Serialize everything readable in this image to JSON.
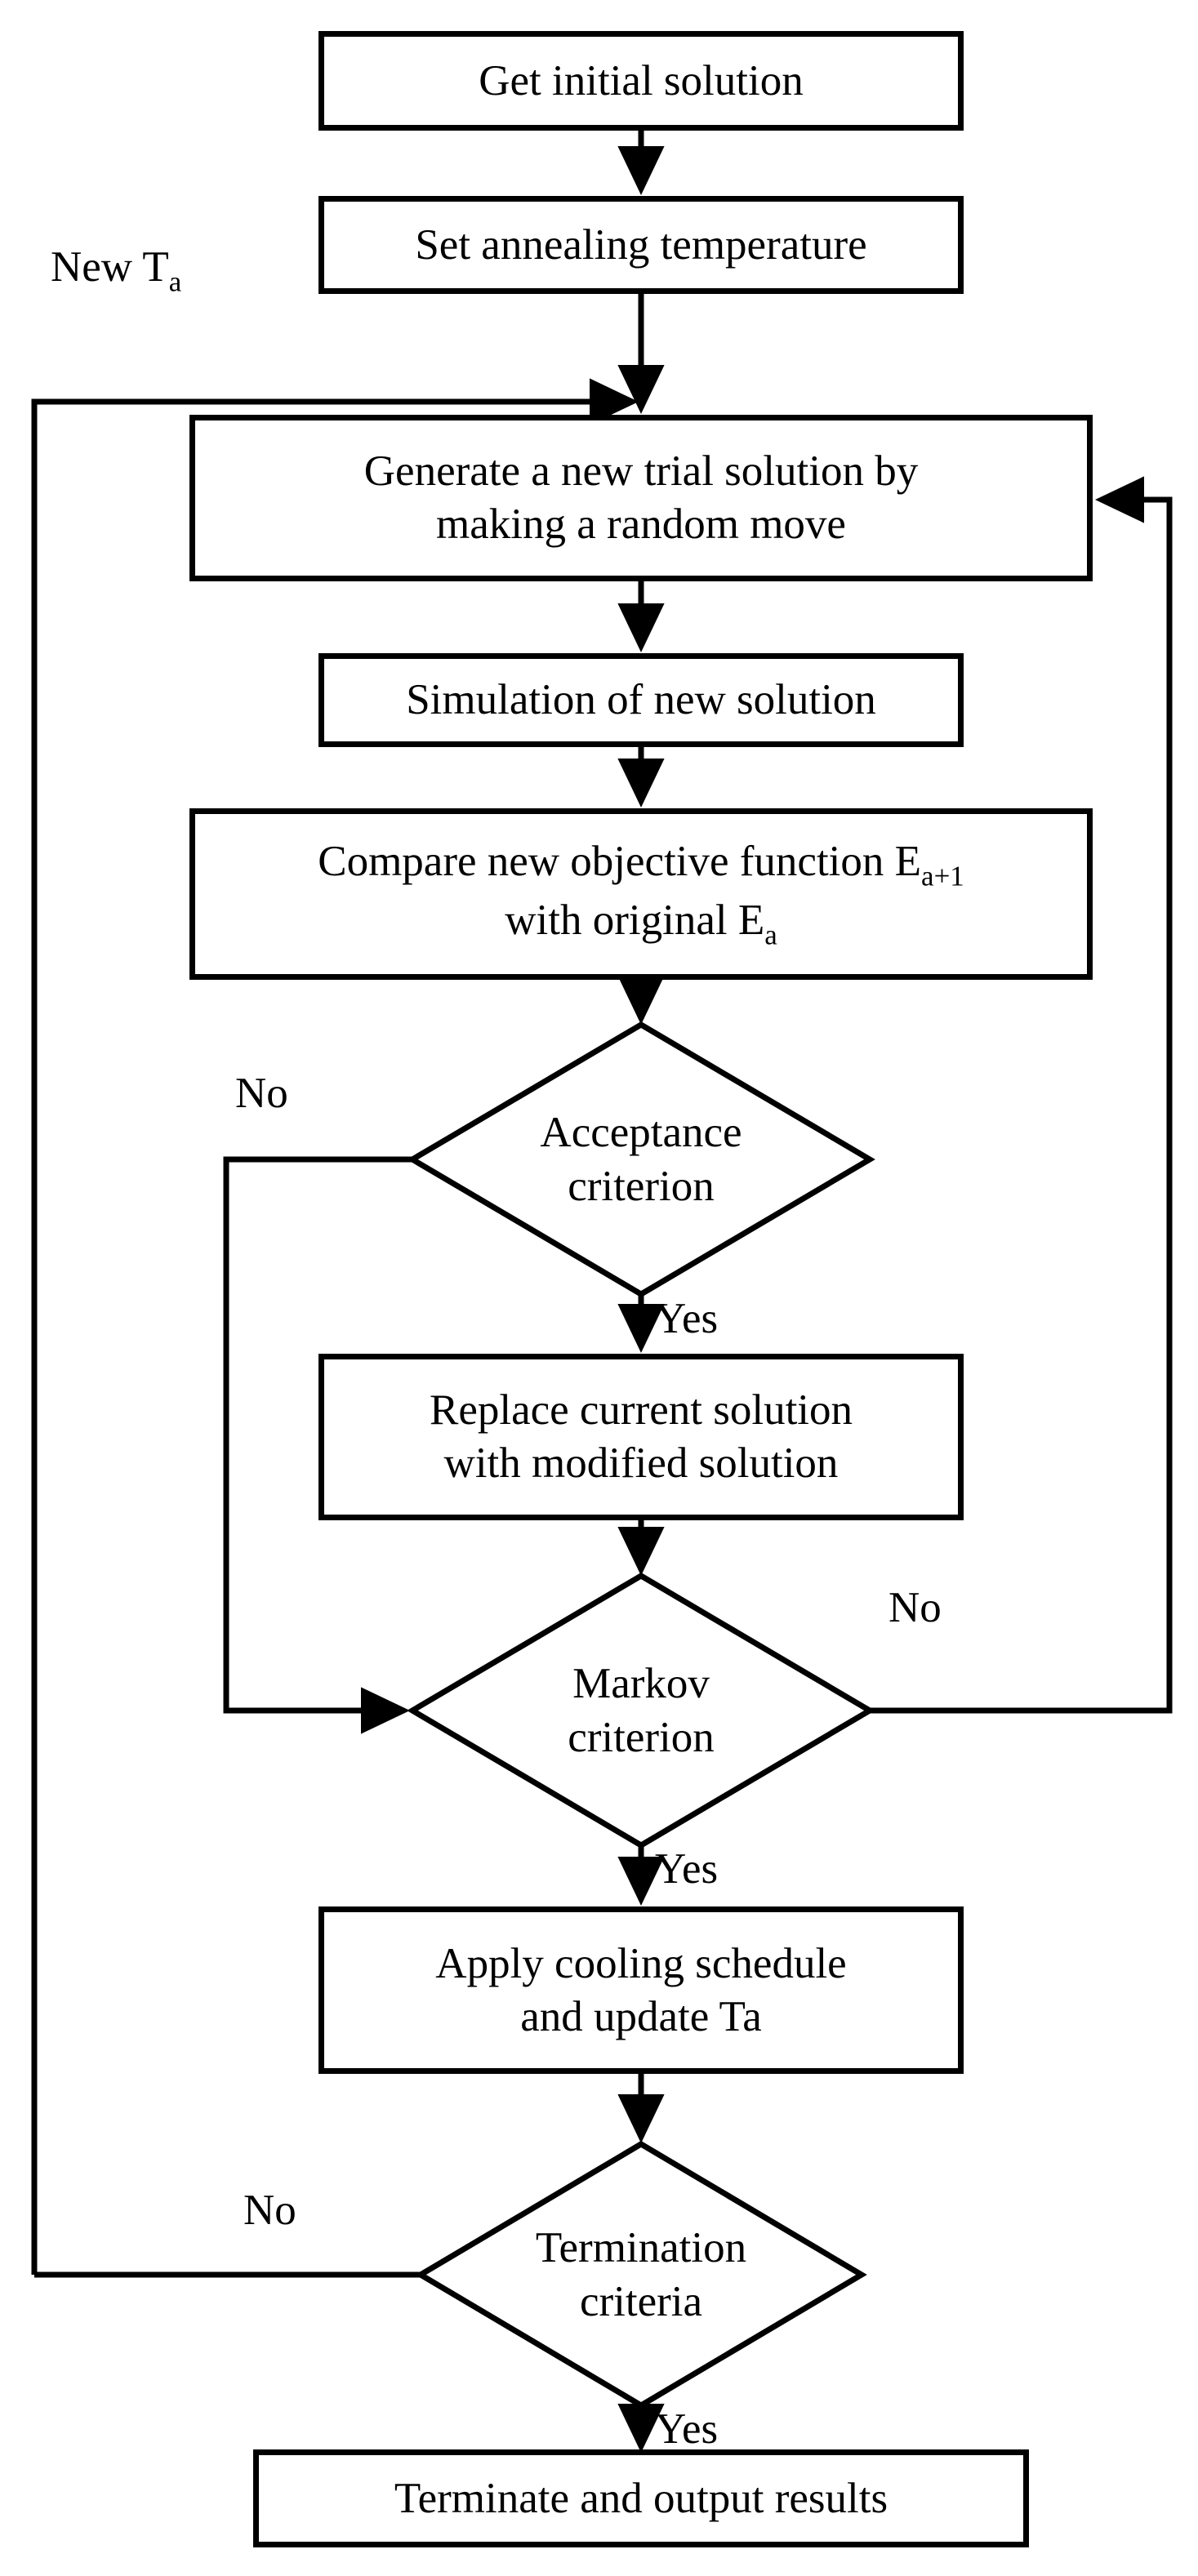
{
  "diagram": {
    "title": "Simulated annealing algorithm flowchart",
    "type": "flowchart",
    "line_color": "#000000",
    "fill_color": "#ffffff",
    "background": "#ffffff"
  },
  "nodes": {
    "get_initial_solution": {
      "label": "Get initial solution",
      "shape": "process"
    },
    "set_annealing_temperature": {
      "label": "Set annealing temperature",
      "shape": "process"
    },
    "generate_trial_solution": {
      "label": "Generate a new trial solution by\nmaking a random move",
      "shape": "process"
    },
    "simulation_new_solution": {
      "label": "Simulation of new solution",
      "shape": "process"
    },
    "compare_objective": {
      "line1_before": "Compare new objective function E",
      "line1_sub": "a+1",
      "line2_before": "with original E",
      "line2_sub": "a",
      "shape": "process"
    },
    "acceptance_criterion": {
      "label": "Acceptance\ncriterion",
      "shape": "decision"
    },
    "replace_current_solution": {
      "label": "Replace current solution\nwith modified solution",
      "shape": "process"
    },
    "markov_criterion": {
      "label": "Markov\ncriterion",
      "shape": "decision"
    },
    "apply_cooling_schedule": {
      "label": "Apply cooling schedule\nand update Ta",
      "shape": "process"
    },
    "termination_criteria": {
      "label": "Termination\ncriteria",
      "shape": "decision"
    },
    "terminate_output": {
      "label": "Terminate and output results",
      "shape": "process"
    }
  },
  "edge_labels": {
    "new_temperature": {
      "text_before": "New T",
      "sub": "a"
    },
    "acceptance_no": "No",
    "acceptance_yes": "Yes",
    "markov_no": "No",
    "markov_yes": "Yes",
    "termination_no": "No",
    "termination_yes": "Yes"
  }
}
